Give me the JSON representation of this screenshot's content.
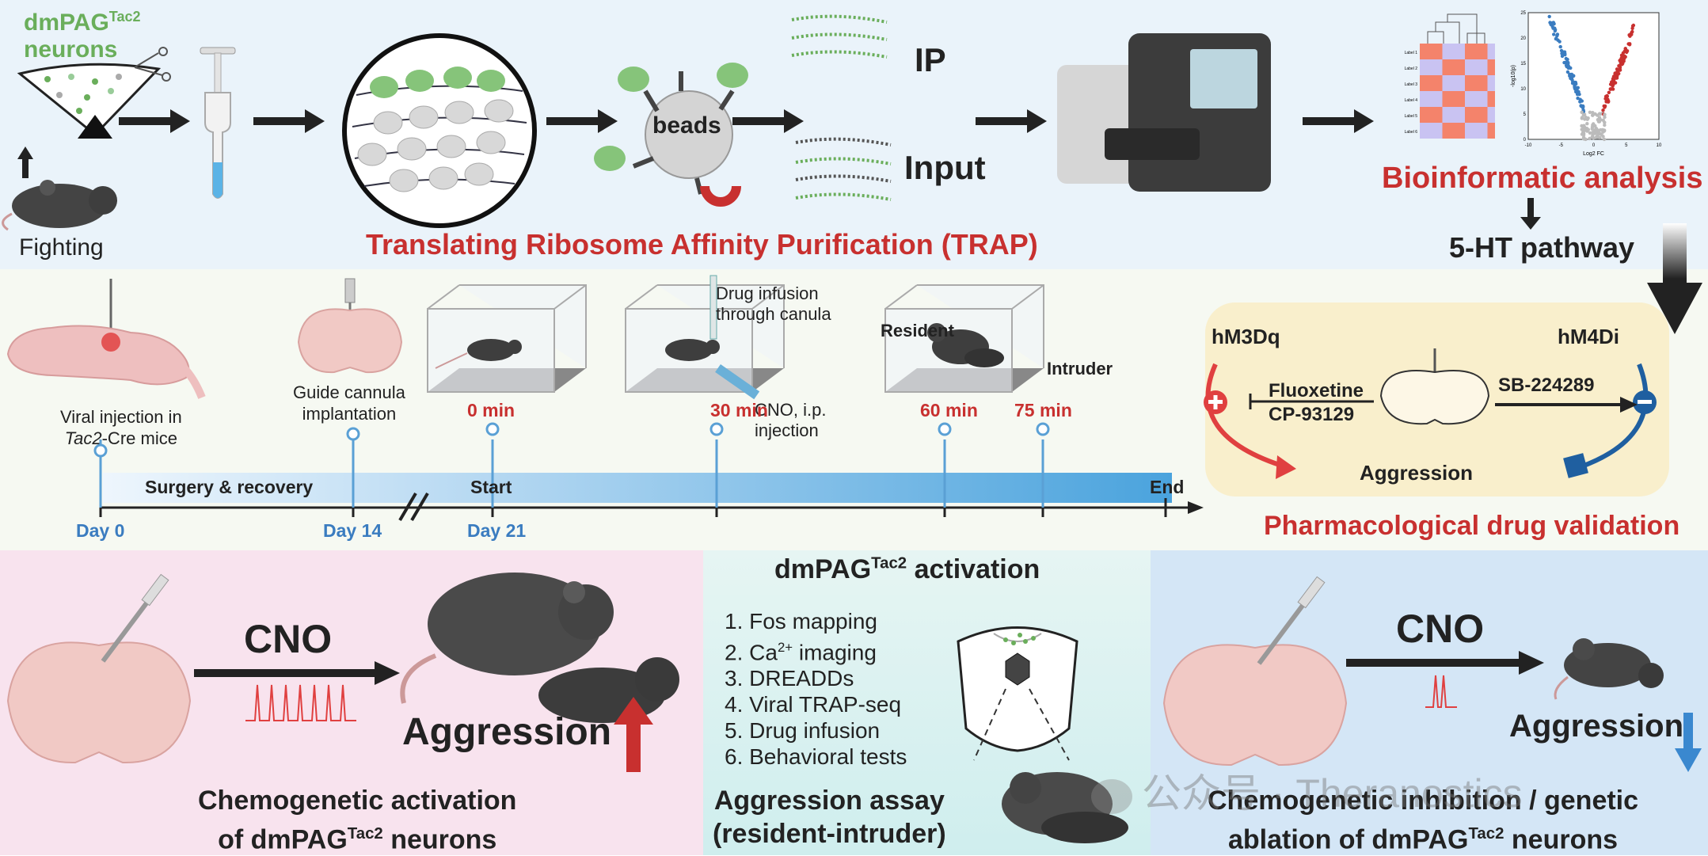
{
  "top": {
    "neuron_label_main": "dmPAG",
    "neuron_label_sup": "Tac2",
    "neuron_label_line2": "neurons",
    "fighting": "Fighting",
    "beads": "beads",
    "ip": "IP",
    "input": "Input",
    "trap_title": "Translating Ribosome Affinity Purification (TRAP)",
    "bioinformatic": "Bioinformatic analysis",
    "pathway": "5-HT pathway",
    "volcano_ylabel": "-log10(p)",
    "volcano_xlabel": "Log2 FC",
    "volcano_ticks_x": [
      "-10",
      "-5",
      "0",
      "5",
      "10"
    ],
    "volcano_ticks_y": [
      "0",
      "5",
      "10",
      "15",
      "20",
      "25"
    ],
    "heatmap_row_labels": [
      "Label 1",
      "Label 2",
      "Label 3",
      "Label 4",
      "Label 5",
      "Label 6"
    ]
  },
  "middle": {
    "viral_line1": "Viral injection in",
    "viral_line2_italic": "Tac2",
    "viral_line2_rest": "-Cre mice",
    "guide_line1": "Guide cannula",
    "guide_line2": "implantation",
    "drug_line1": "Drug infusion",
    "drug_line2": "through canula",
    "resident": "Resident",
    "intruder": "Intruder",
    "cno_line1": "CNO, i.p.",
    "cno_line2": "injection",
    "t0": "0 min",
    "t30": "30 min",
    "t60": "60 min",
    "t75": "75 min",
    "surgery": "Surgery & recovery",
    "start": "Start",
    "end": "End",
    "day0": "Day 0",
    "day14": "Day 14",
    "day21": "Day 21",
    "hm3dq": "hM3Dq",
    "hm4di": "hM4Di",
    "fluoxetine": "Fluoxetine",
    "cp": "CP-93129",
    "sb": "SB-224289",
    "aggression": "Aggression",
    "pharm": "Pharmacological drug validation"
  },
  "bottom": {
    "cno": "CNO",
    "aggression": "Aggression",
    "left_line1": "Chemogenetic activation",
    "left_line2_pre": "of dmPAG",
    "left_line2_sup": "Tac2",
    "left_line2_post": " neurons",
    "act_title_pre": "dmPAG",
    "act_title_sup": "Tac2",
    "act_title_post": " activation",
    "list": [
      "1.  Fos mapping",
      "2.  Ca",
      "3.  DREADDs",
      "4.  Viral TRAP-seq",
      "5.  Drug infusion",
      "6.  Behavioral tests"
    ],
    "list_ca_sup": "2+",
    "list_ca_rest": " imaging",
    "assay_line1": "Aggression assay",
    "assay_line2": "(resident-intruder)",
    "right_line1": "Chemogenetic inhibition / genetic",
    "right_line2_pre": "ablation of dmPAG",
    "right_line2_sup": "Tac2",
    "right_line2_post": " neurons",
    "watermark": "公众号 · Theranostics"
  },
  "colors": {
    "red": "#c8302f",
    "blue": "#3a7cc0",
    "green": "#6aae5b",
    "top_bg": "#eaf3fa",
    "mid_bg": "#f6f9f2",
    "pink_bg": "#f8e3ee",
    "teal_bg": "#dff2f2",
    "lightblue_bg": "#d4e6f6",
    "yellow_bg": "#f9efcc"
  }
}
